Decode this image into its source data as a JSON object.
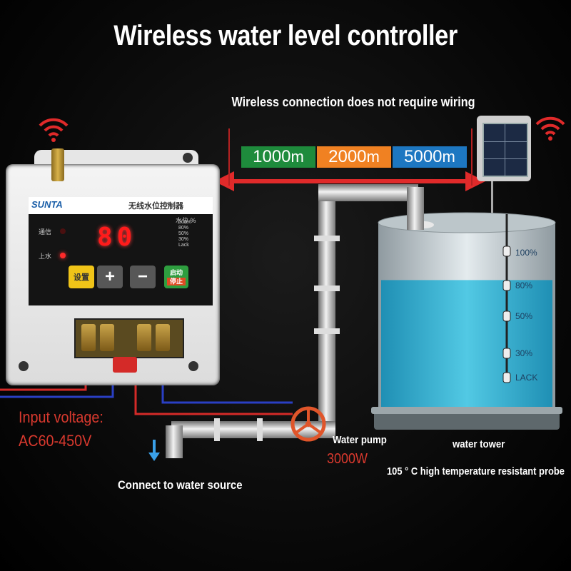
{
  "title": "Wireless water level controller",
  "subtitle": "Wireless connection does not require wiring",
  "distances": [
    {
      "value": "1000",
      "unit": "m",
      "color": "#1e8b3c"
    },
    {
      "value": "2000",
      "unit": "m",
      "color": "#f08122"
    },
    {
      "value": "5000",
      "unit": "m",
      "color": "#1d77c1"
    }
  ],
  "controller": {
    "brand": "SUNTA",
    "name_cn": "无线水位控制器",
    "comm_label": "通信",
    "water_label": "上水",
    "display": "80",
    "level_header": "水位 %",
    "levels": [
      "100%",
      "80%",
      "50%",
      "30%",
      "Lack"
    ],
    "buttons": {
      "set": "设置",
      "plus": "+",
      "minus": "−",
      "start": "启动",
      "stop": "停止"
    }
  },
  "input_voltage_label": "Input voltage:",
  "input_voltage_value": "AC60-450V",
  "water_source_label": "Connect to water source",
  "pump": {
    "label": "Water pump",
    "power": "3000W"
  },
  "tower": {
    "label": "water tower",
    "levels": [
      "100%",
      "80%",
      "50%",
      "30%",
      "LACK"
    ],
    "water_level_fraction": 0.8
  },
  "probe_label": "105 ° C high temperature resistant probe",
  "colors": {
    "wire_red": "#d42a28",
    "wire_blue": "#2a3fc4",
    "water": "#3fb8d8",
    "accent_red": "#d9392e"
  },
  "icons": [
    "wifi-icon",
    "solar-panel-icon",
    "pump-valve-icon",
    "down-arrow-icon"
  ]
}
